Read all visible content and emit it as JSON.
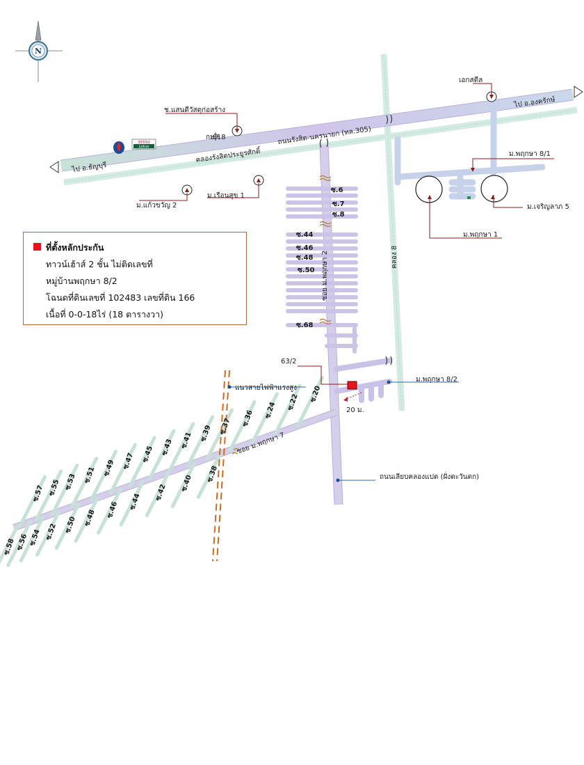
{
  "compass": {
    "letter": "N"
  },
  "roads": {
    "main_road": "ถนนรังสิต-นครนายก (ทล.305)",
    "to_left": "ไป อ.ธัญบุรี",
    "to_right": "ไป อ.องครักษ์",
    "canal": "คลองรังสิตประยูรศักดิ์",
    "soi_main": "ซอย ม.พฤกษา 2",
    "soi_7": "ซอย ม.พฤกษา 7",
    "khlong8": "คลอง 8",
    "khlong8_road": "ถนนเลียบคลองแปด (ฝั่งตะวันตก)"
  },
  "places": {
    "sansiri": "ช.แสนดีวัสดุก่อสร้าง",
    "km18": "กม.18",
    "lotus_code": "35550",
    "lotus": "Lotus",
    "ekstil": "เอกสตีล",
    "pruksa81": "ม.พฤกษา 8/1",
    "jaroenlap5": "ม.เจริญลาภ 5",
    "pruksa1": "ม.พฤกษา 1",
    "kaewkwan2": "ม.แก้วขวัญ 2",
    "ruensuk1": "ม.เรือนสุข 1",
    "pruksa82": "ม.พฤกษา 8/2",
    "house_no": "63/2",
    "distance": "20 ม.",
    "powerline": "แนวสายไฟฟ้าแรงสูง"
  },
  "soi_main_labels": [
    "ซ.6",
    "ซ.7",
    "ซ.8",
    "ซ.44",
    "ซ.46",
    "ซ.48",
    "ซ.50",
    "ซ.68"
  ],
  "soi_diag_upper": [
    "ซ.20",
    "ซ.22",
    "ซ.24",
    "ซ.36",
    "ซ.37",
    "ซ.39",
    "ซ.41",
    "ซ.43",
    "ซ.45",
    "ซ.47",
    "ซ.49",
    "ซ.51",
    "ซ.53",
    "ซ.55",
    "ซ.57"
  ],
  "soi_diag_lower": [
    "ซ.38",
    "ซ.40",
    "ซ.42",
    "ซ.44",
    "ซ.46",
    "ซ.48",
    "ซ.50",
    "ซ.52",
    "ซ.54",
    "ซ.56",
    "ซ.58"
  ],
  "legend": {
    "line1": "ที่ตั้งหลักประกัน",
    "line2": "ทาวน์เฮ้าส์ 2 ชั้น ไม่ติดเลขที่",
    "line3": "หมู่บ้านพฤกษา 8/2",
    "line4": "โฉนดที่ดินเลขที่ 102483  เลขที่ดิน  166",
    "line5": "เนื้อที่ 0-0-18ไร่ (18 ตารางวา)"
  },
  "colors": {
    "road": "#cfc7e8",
    "road_edge": "#b7afd6",
    "canal": "#cde8e0",
    "marker": "#e8141b",
    "powerline": "#d2691e",
    "pointer": "#8b1a1a"
  }
}
